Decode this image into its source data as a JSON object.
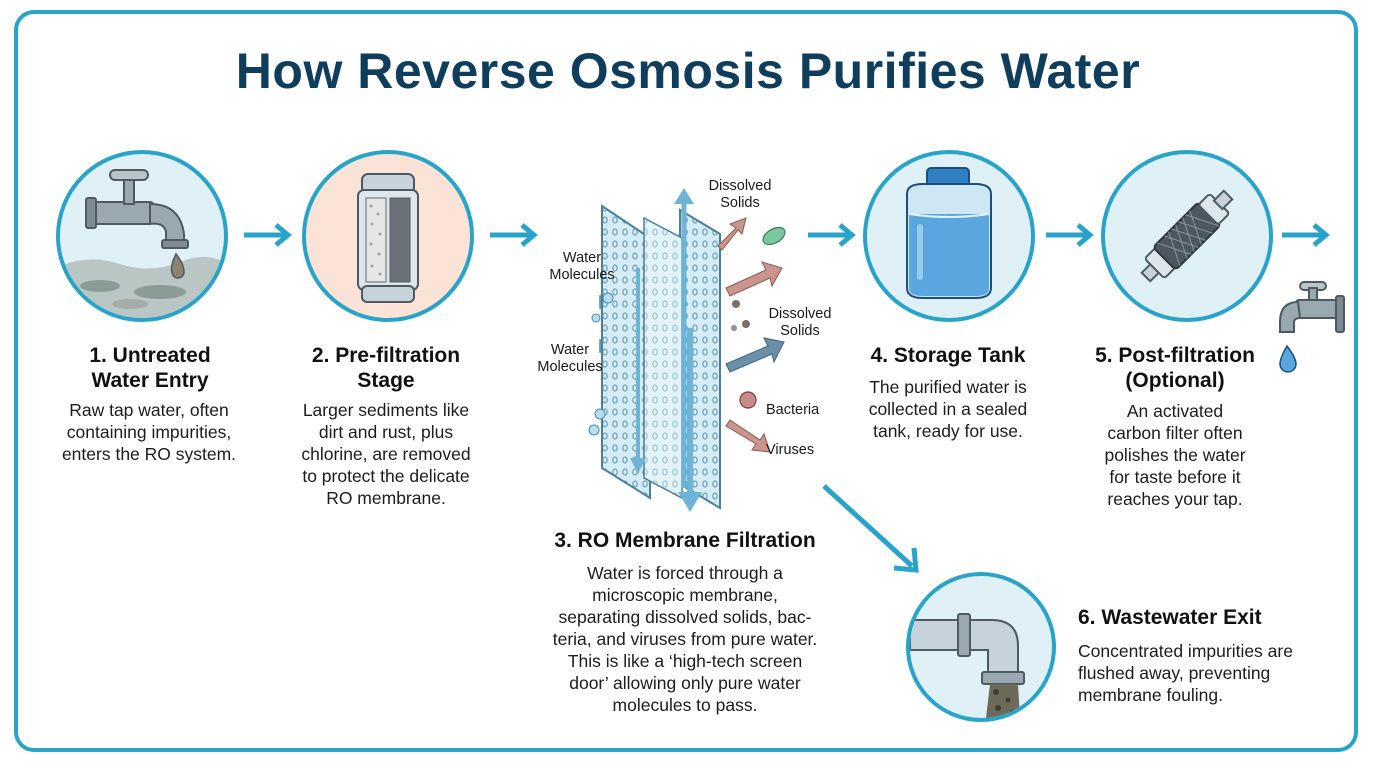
{
  "title": "How Reverse Osmosis Purifies Water",
  "steps": [
    {
      "heading_line1": "1. Untreated",
      "heading_line2": "Water Entry",
      "desc": [
        "Raw tap water, often",
        "containing impurities,",
        "enters the RO system."
      ]
    },
    {
      "heading_line1": "2. Pre-filtration",
      "heading_line2": "Stage",
      "desc": [
        "Larger sediments like",
        "dirt and rust, plus",
        "chlorine, are removed",
        "to protect the delicate",
        "RO membrane."
      ]
    },
    {
      "heading_line1": "3. RO Membrane Filtration",
      "desc": [
        "Water is forced through a",
        "microscopic membrane,",
        "separating dissolved solids, bac-",
        "teria, and viruses from pure water.",
        "This is like a ‘high-tech screen",
        "door’ allowing only pure water",
        "molecules to pass."
      ]
    },
    {
      "heading_line1": "4. Storage Tank",
      "desc": [
        "The purified water is",
        "collected in a sealed",
        "tank, ready for use."
      ]
    },
    {
      "heading_line1": "5. Post-filtration",
      "heading_line2": "(Optional)",
      "desc": [
        "An activated",
        "carbon filter often",
        "polishes the water",
        "for taste before it",
        "reaches your tap."
      ]
    },
    {
      "heading_line1": "6. Wastewater Exit",
      "desc": [
        "Concentrated impurities are",
        "flushed away, preventing",
        "membrane fouling."
      ]
    }
  ],
  "membrane_labels": {
    "water_molecules_1": [
      "Water",
      "Molecules"
    ],
    "water_molecules_2": [
      "Water",
      "Molecules"
    ],
    "dissolved_solids_1": [
      "Dissolved",
      "Solids"
    ],
    "dissolved_solids_2": [
      "Dissolved",
      "Solids"
    ],
    "bacteria": "Bacteria",
    "viruses": "Viruses"
  },
  "colors": {
    "accent": "#2aa3c8",
    "title": "#0f3e5c",
    "circle_blue": "#dff1f7",
    "circle_peach": "#fbe3d8"
  }
}
